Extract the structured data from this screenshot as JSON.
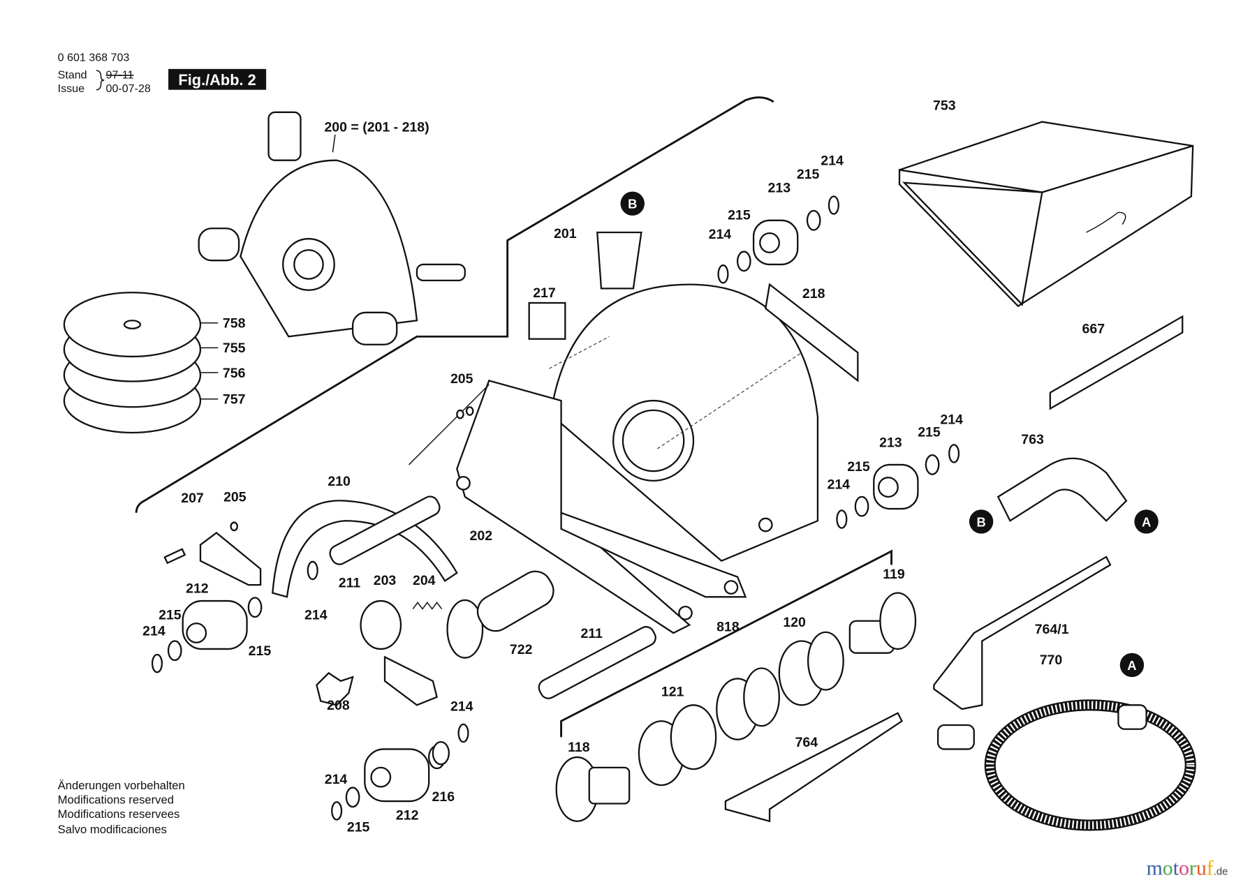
{
  "header": {
    "part_number": "0 601 368 703",
    "stand_label": "Stand",
    "issue_label": "Issue",
    "stand_value": "97-11",
    "issue_value": "00-07-28",
    "figure_label": "Fig./Abb. 2"
  },
  "assembly_label": "200 = (201 - 218)",
  "callouts": {
    "a": "A",
    "b": "B"
  },
  "labels": [
    "201",
    "217",
    "218",
    "213",
    "215",
    "214",
    "215",
    "214",
    "753",
    "667",
    "758",
    "755",
    "756",
    "757",
    "205",
    "213",
    "215",
    "214",
    "215",
    "214",
    "763",
    "207",
    "205",
    "210",
    "202",
    "212",
    "215",
    "214",
    "215",
    "214",
    "211",
    "203",
    "204",
    "722",
    "208",
    "211",
    "818",
    "120",
    "119",
    "764/1",
    "770",
    "121",
    "118",
    "764",
    "214",
    "214",
    "216",
    "212",
    "215"
  ],
  "notes": [
    "Änderungen vorbehalten",
    "Modifications reserved",
    "Modifications reservees",
    "Salvo modificaciones"
  ],
  "watermark": {
    "text": "motoruf",
    "suffix": ".de",
    "colors": [
      "#3b5ea8",
      "#4aa54a",
      "#e0407a",
      "#e05a20",
      "#f0b000"
    ]
  }
}
